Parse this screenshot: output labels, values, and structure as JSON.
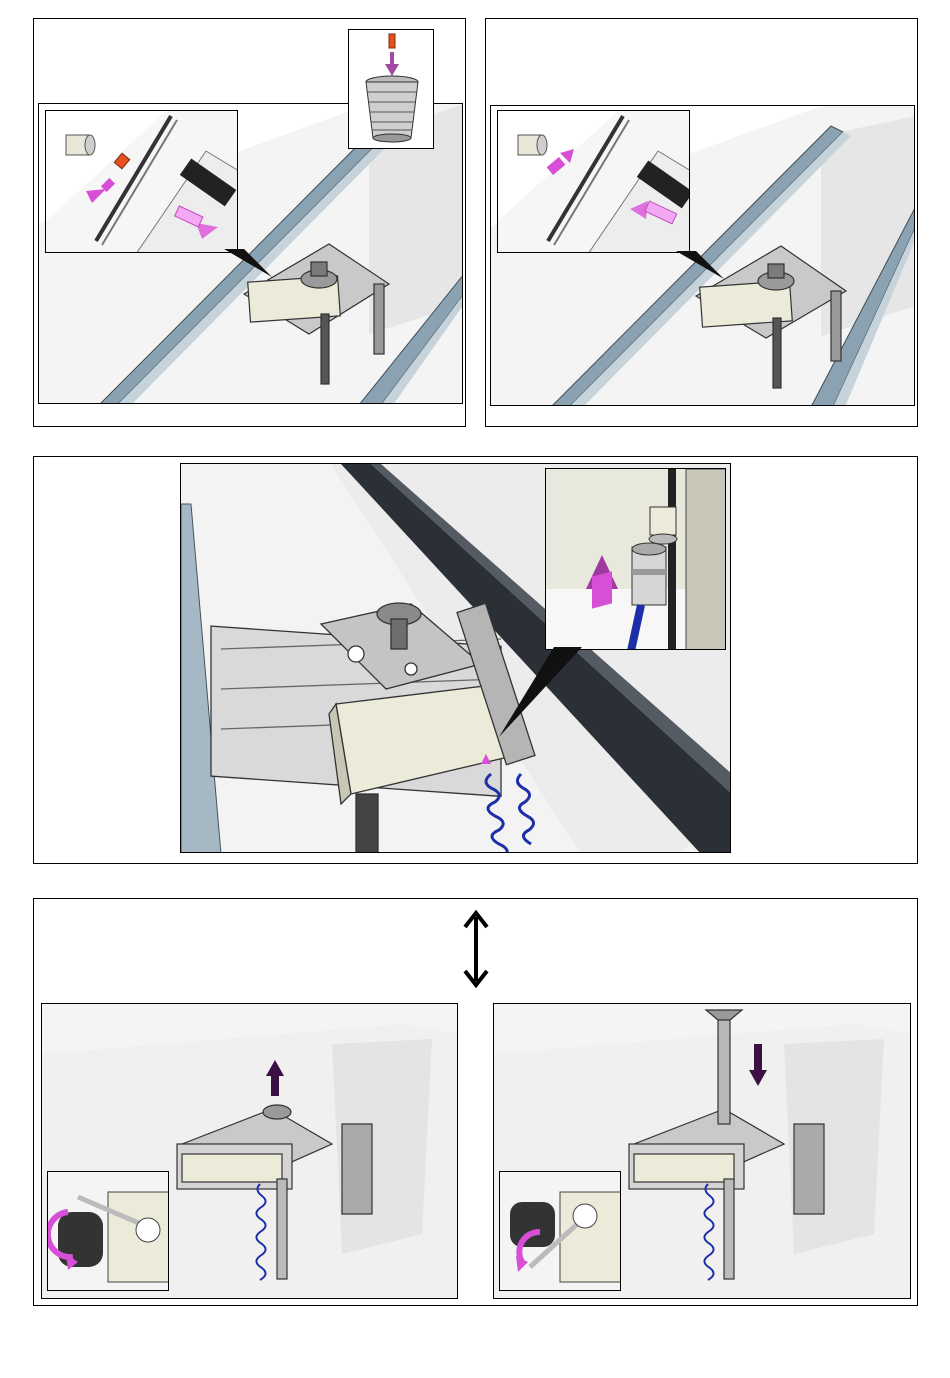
{
  "document": {
    "type": "assembly-instruction-sheet",
    "colors": {
      "frame_border": "#000000",
      "rail_steel": "#7f95a3",
      "arrow_magenta": "#d64fd6",
      "arrow_dark_purple": "#3a1045",
      "plug_orange": "#e8501e",
      "coil_blue": "#1c2fa8",
      "bracket_cream": "#ecead9",
      "trim_dark": "#2b2f36"
    },
    "steps": [
      {
        "id": "step-1",
        "icons": [
          "rail-mount-icon",
          "detail-callout-icon",
          "plug-insert-arrow-icon",
          "bin-discard-icon"
        ]
      },
      {
        "id": "step-2",
        "icons": [
          "rail-mount-icon",
          "detail-callout-icon",
          "cap-replace-arrow-icon"
        ]
      },
      {
        "id": "step-3",
        "icons": [
          "rail-mount-icon",
          "quick-connector-detail-icon",
          "push-up-arrow-icon",
          "coiled-hose-icon"
        ]
      },
      {
        "id": "step-4",
        "icons": [
          "double-vertical-arrow-icon",
          "lift-arrow-icon",
          "lower-arrow-icon",
          "rotate-lever-icon"
        ]
      }
    ]
  }
}
